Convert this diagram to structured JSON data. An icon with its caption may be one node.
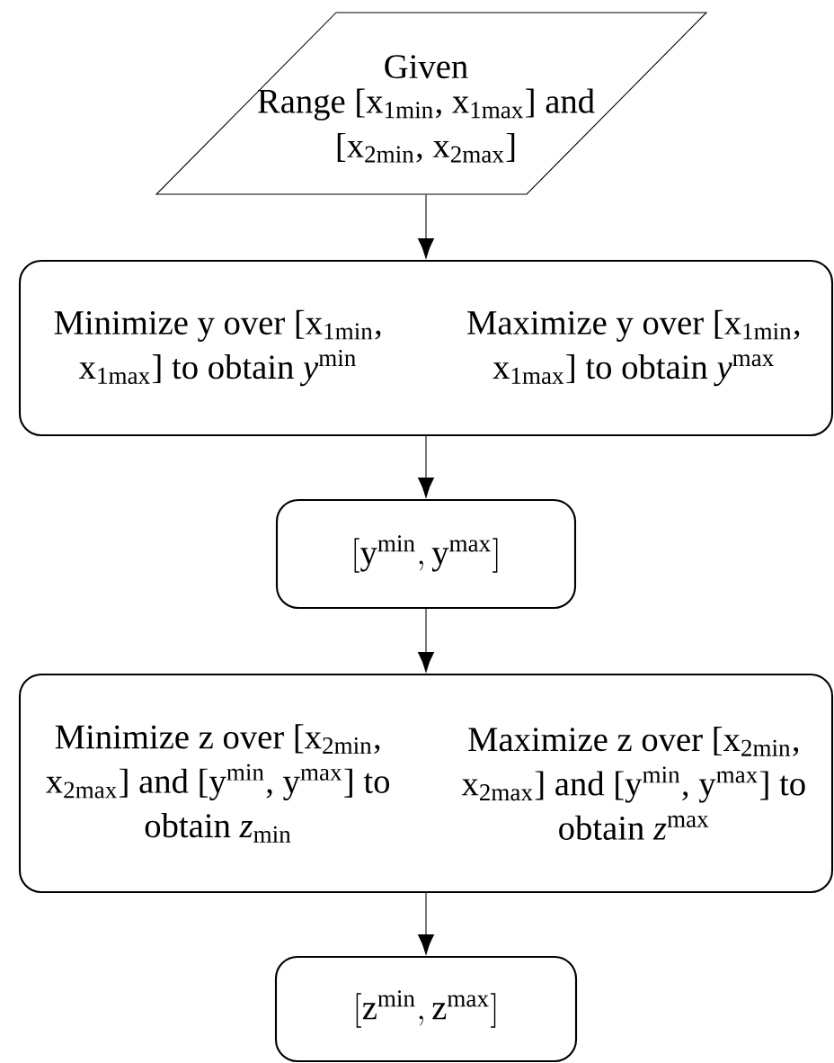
{
  "diagram": {
    "nodes": [
      {
        "text": [
          "Given",
          "Range [x$_{1min}$, x$_{1max}$] and [x$_{2min}$, x$_{2max}$]"
        ]
      },
      {
        "text": [
          "Minimize y over [x$_{1min}$, x$_{1max}$] to obtain *y*$^{min}$",
          "Maximize y over [x$_{1min}$, x$_{1max}$] to obtain *y*$^{max}$"
        ]
      },
      {
        "text": [
          "[\\mathrm{y}^{\\mathrm{min}}, \\mathrm{y}^{\\mathrm{max}}]"
        ]
      },
      {
        "text": [
          "Minimize z over [x$_{2min}$, x$_{2max}$] and [y$^{min}$, y$^{max}$] to obtain *z*$_{min}$",
          "Maximize z over [x$_{2min}$, x$_{2max}$] and [y$^{min}$, y$^{max}$] to obtain *z*$^{max}$"
        ]
      },
      {
        "text": [
          "[\\mathrm{z}^{\\mathrm{min}}, \\mathrm{z}^{\\mathrm{max}}]"
        ]
      }
    ],
    "edges": [
      {
        "from": 0,
        "to": 1,
        "arrow": "to"
      },
      {
        "from": 1,
        "to": 2,
        "arrow": "to"
      },
      {
        "from": 2,
        "to": 3,
        "arrow": "to"
      },
      {
        "from": 3,
        "to": 4,
        "arrow": "to"
      }
    ]
  }
}
